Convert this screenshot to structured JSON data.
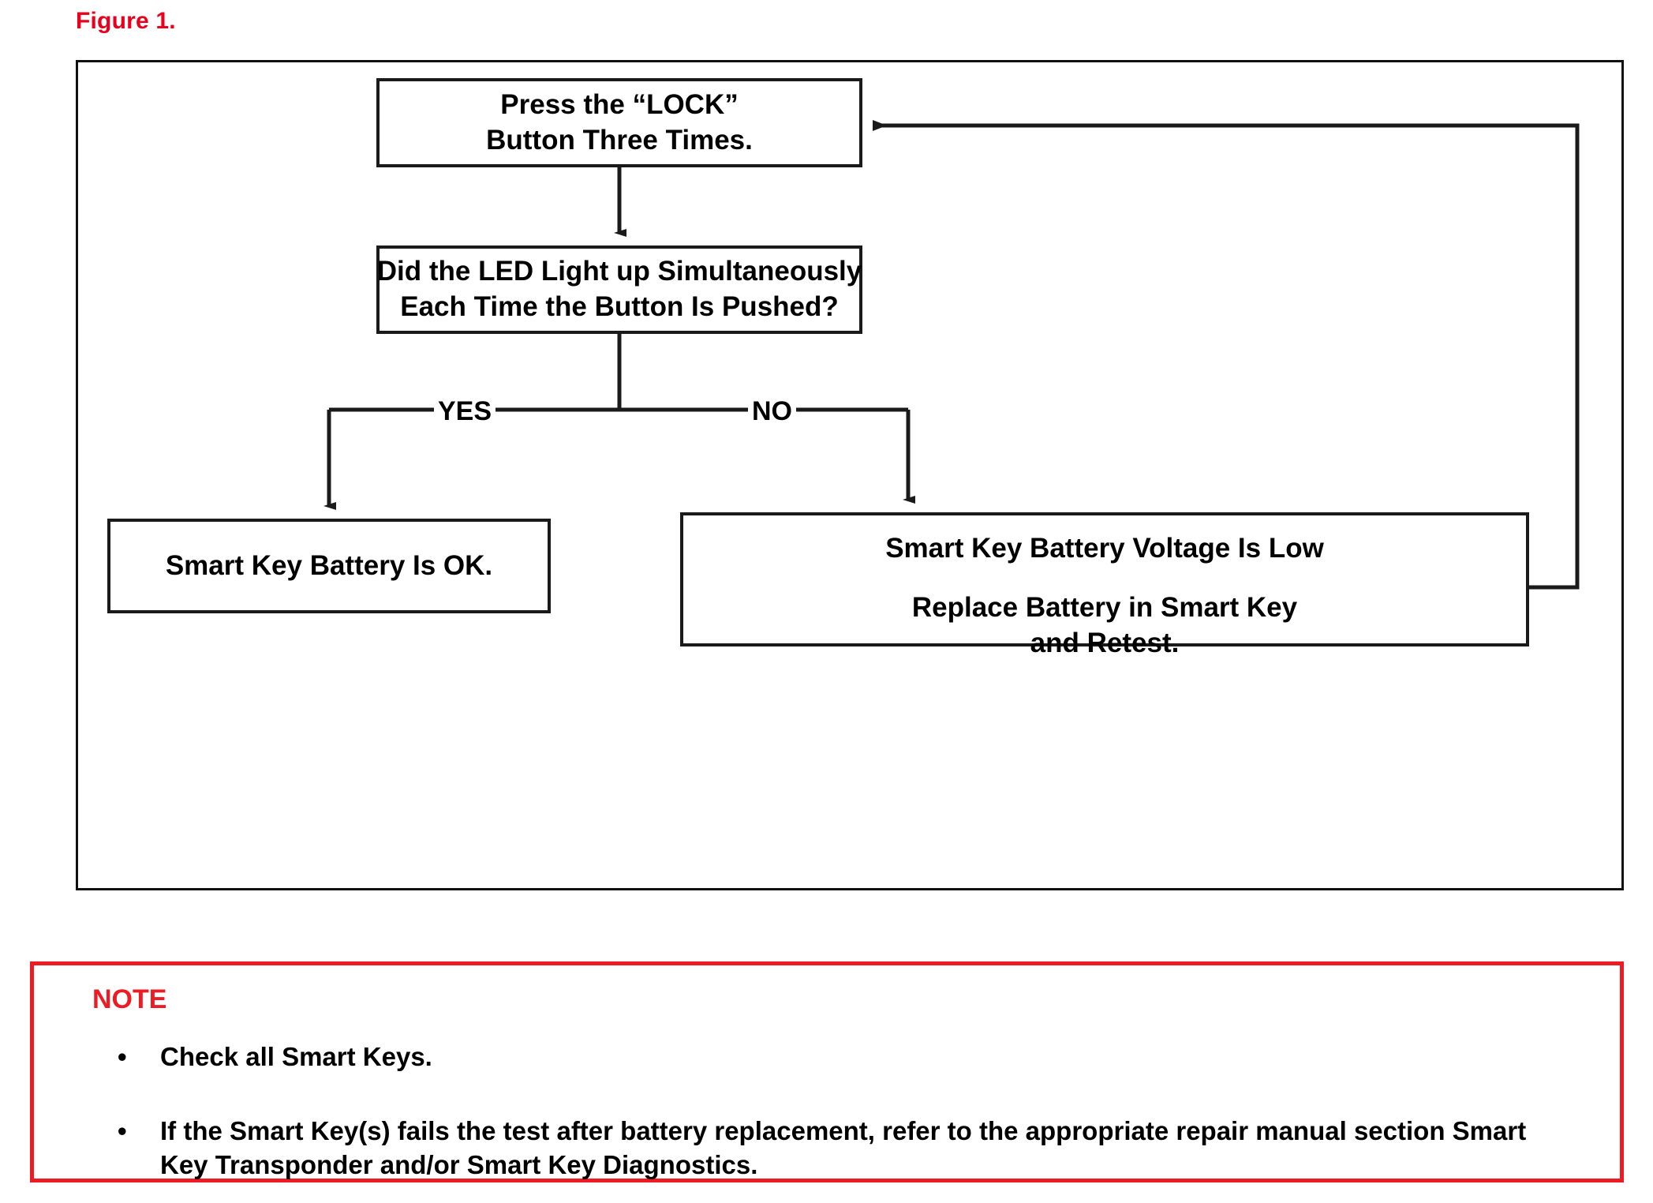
{
  "figure": {
    "caption": "Figure 1.",
    "caption_color": "#e8001c"
  },
  "flowchart": {
    "nodes": {
      "press_lock": {
        "line1": "Press the “LOCK”",
        "line2": "Button Three Times."
      },
      "led_question": {
        "line1": "Did the LED Light up Simultaneously",
        "line2": "Each Time the Button Is Pushed?"
      },
      "battery_ok": {
        "line1": "Smart Key Battery Is OK."
      },
      "battery_low": {
        "line1": "Smart Key Battery Voltage Is Low",
        "line2": "Replace Battery in Smart Key",
        "line3": "and Retest."
      }
    },
    "branches": {
      "yes_label": "YES",
      "no_label": "NO"
    },
    "edge_color": "#1a1a1a"
  },
  "note": {
    "title": "NOTE",
    "title_color": "#ed1c24",
    "border_color": "#ed1c24",
    "bullet_glyph": "•",
    "items": [
      "Check all Smart Keys.",
      "If the Smart Key(s) fails the test after battery replacement, refer to the appropriate repair manual section Smart Key Transponder and/or Smart Key Diagnostics."
    ]
  }
}
